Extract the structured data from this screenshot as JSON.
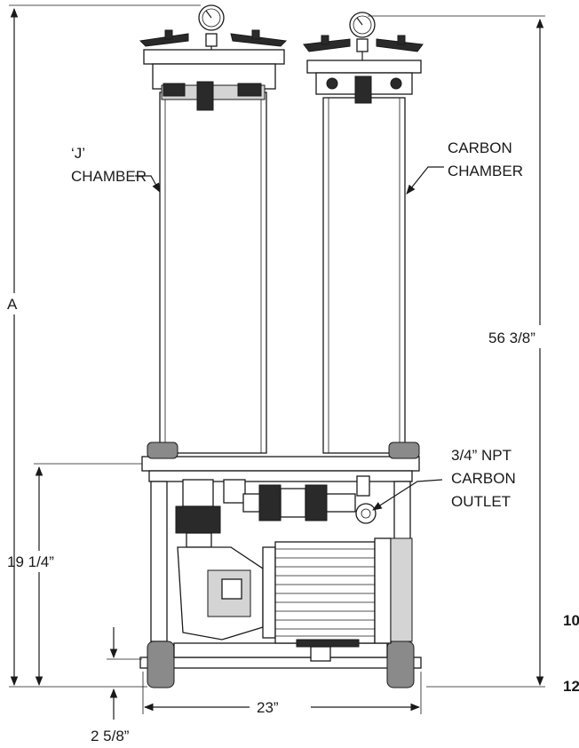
{
  "labels": {
    "j_chamber_line1": "‘J’",
    "j_chamber_line2": "CHAMBER",
    "carbon_chamber_line1": "CARBON",
    "carbon_chamber_line2": "CHAMBER",
    "outlet_line1": "3/4” NPT",
    "outlet_line2": "CARBON",
    "outlet_line3": "OUTLET"
  },
  "dimensions": {
    "overall_height": "A",
    "column_height": "56 3/8”",
    "base_height": "19 1/4”",
    "foot_height": "2 5/8”",
    "width": "23”"
  },
  "edge_fragments": {
    "upper": "10",
    "lower": "12"
  }
}
